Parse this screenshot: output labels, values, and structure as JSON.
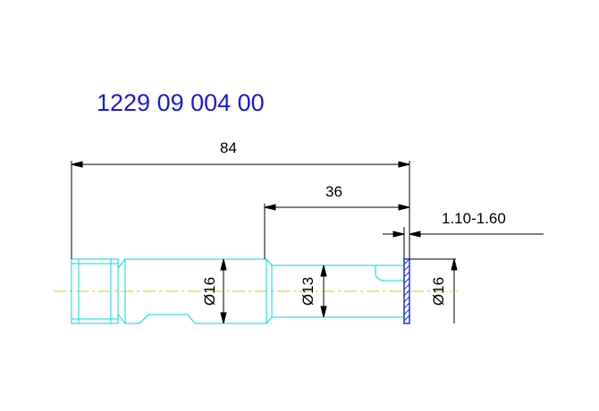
{
  "part_number": "1229 09 004 00",
  "dimensions": {
    "overall_length": "84",
    "partial_length": "36",
    "tolerance_range": "1.10-1.60",
    "diameter_left": "Ø16",
    "diameter_middle": "Ø13",
    "diameter_right": "Ø16"
  },
  "colors": {
    "part_number": "#1a1ae6",
    "outline": "#00d8e8",
    "centerline": "#e0d000",
    "hatch": "#2233cc",
    "dimension": "#000000"
  }
}
